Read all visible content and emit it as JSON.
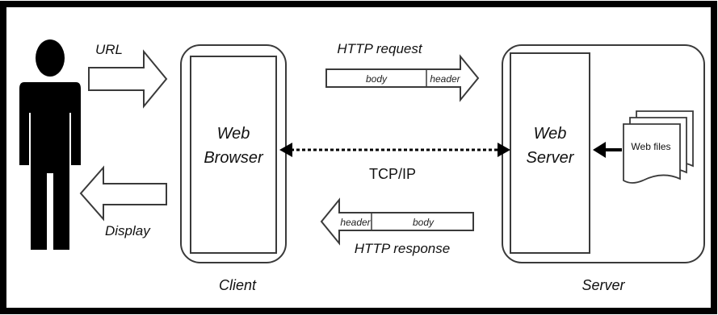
{
  "labels": {
    "url": "URL",
    "display": "Display",
    "web_browser_line1": "Web",
    "web_browser_line2": "Browser",
    "web_server_line1": "Web",
    "web_server_line2": "Server",
    "tcpip": "TCP/IP",
    "http_request": "HTTP request",
    "http_response": "HTTP response",
    "request_body": "body",
    "request_header": "header",
    "response_header": "header",
    "response_body": "body",
    "web_files": "Web files",
    "client": "Client",
    "server": "Server"
  },
  "colors": {
    "frame": "#000000",
    "person": "#000000",
    "outline": "#3a3a3a",
    "fill": "#ffffff"
  }
}
